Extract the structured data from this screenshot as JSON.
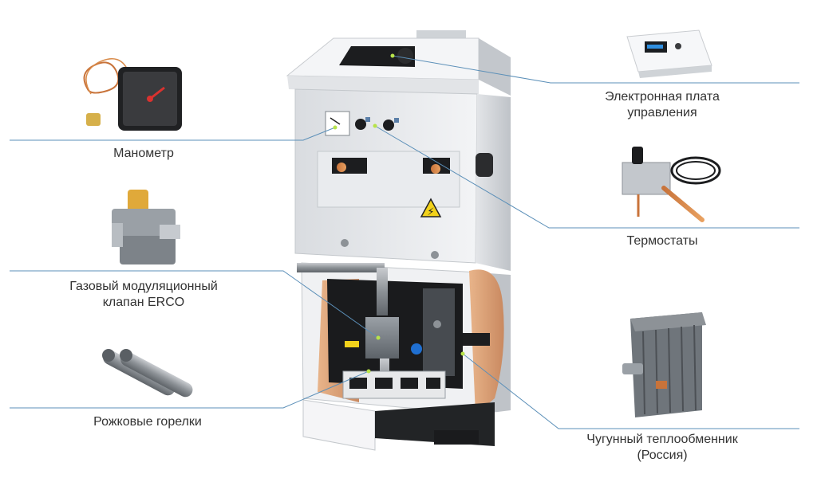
{
  "labels": {
    "manometer": "Манометр",
    "gas_valve": [
      "Газовый модуляционный",
      "клапан ERCO"
    ],
    "burners": "Рожковые горелки",
    "control_board": [
      "Электронная плата",
      "управления"
    ],
    "thermostats": "Термостаты",
    "heat_exchanger": [
      "Чугунный теплообменник",
      "(Россия)"
    ]
  },
  "icons": {
    "warning_sign": "⚡"
  },
  "colors": {
    "leader_line": "#5b8fb8",
    "point_marker": "#b7e34a",
    "warning_yellow": "#f2d21b"
  }
}
